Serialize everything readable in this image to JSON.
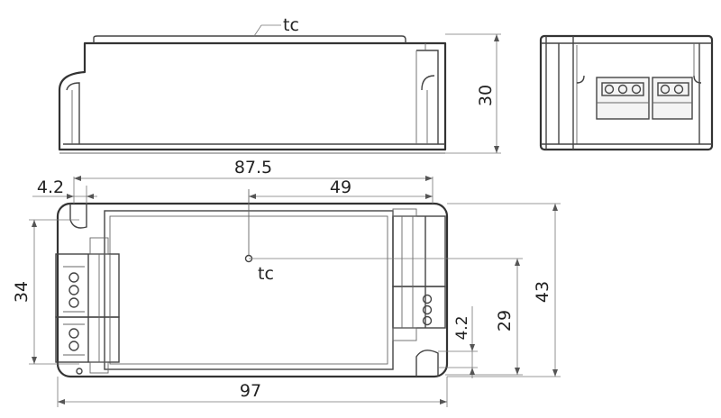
{
  "labels": {
    "tc_top": "tc",
    "tc_center": "tc",
    "height_side": "30",
    "length_inner": "87.5",
    "offset_small_top": "4.2",
    "offset_tc": "49",
    "width_left": "34",
    "width_overall": "43",
    "width_mount": "29",
    "offset_small_right": "4.2",
    "length_overall": "97"
  }
}
